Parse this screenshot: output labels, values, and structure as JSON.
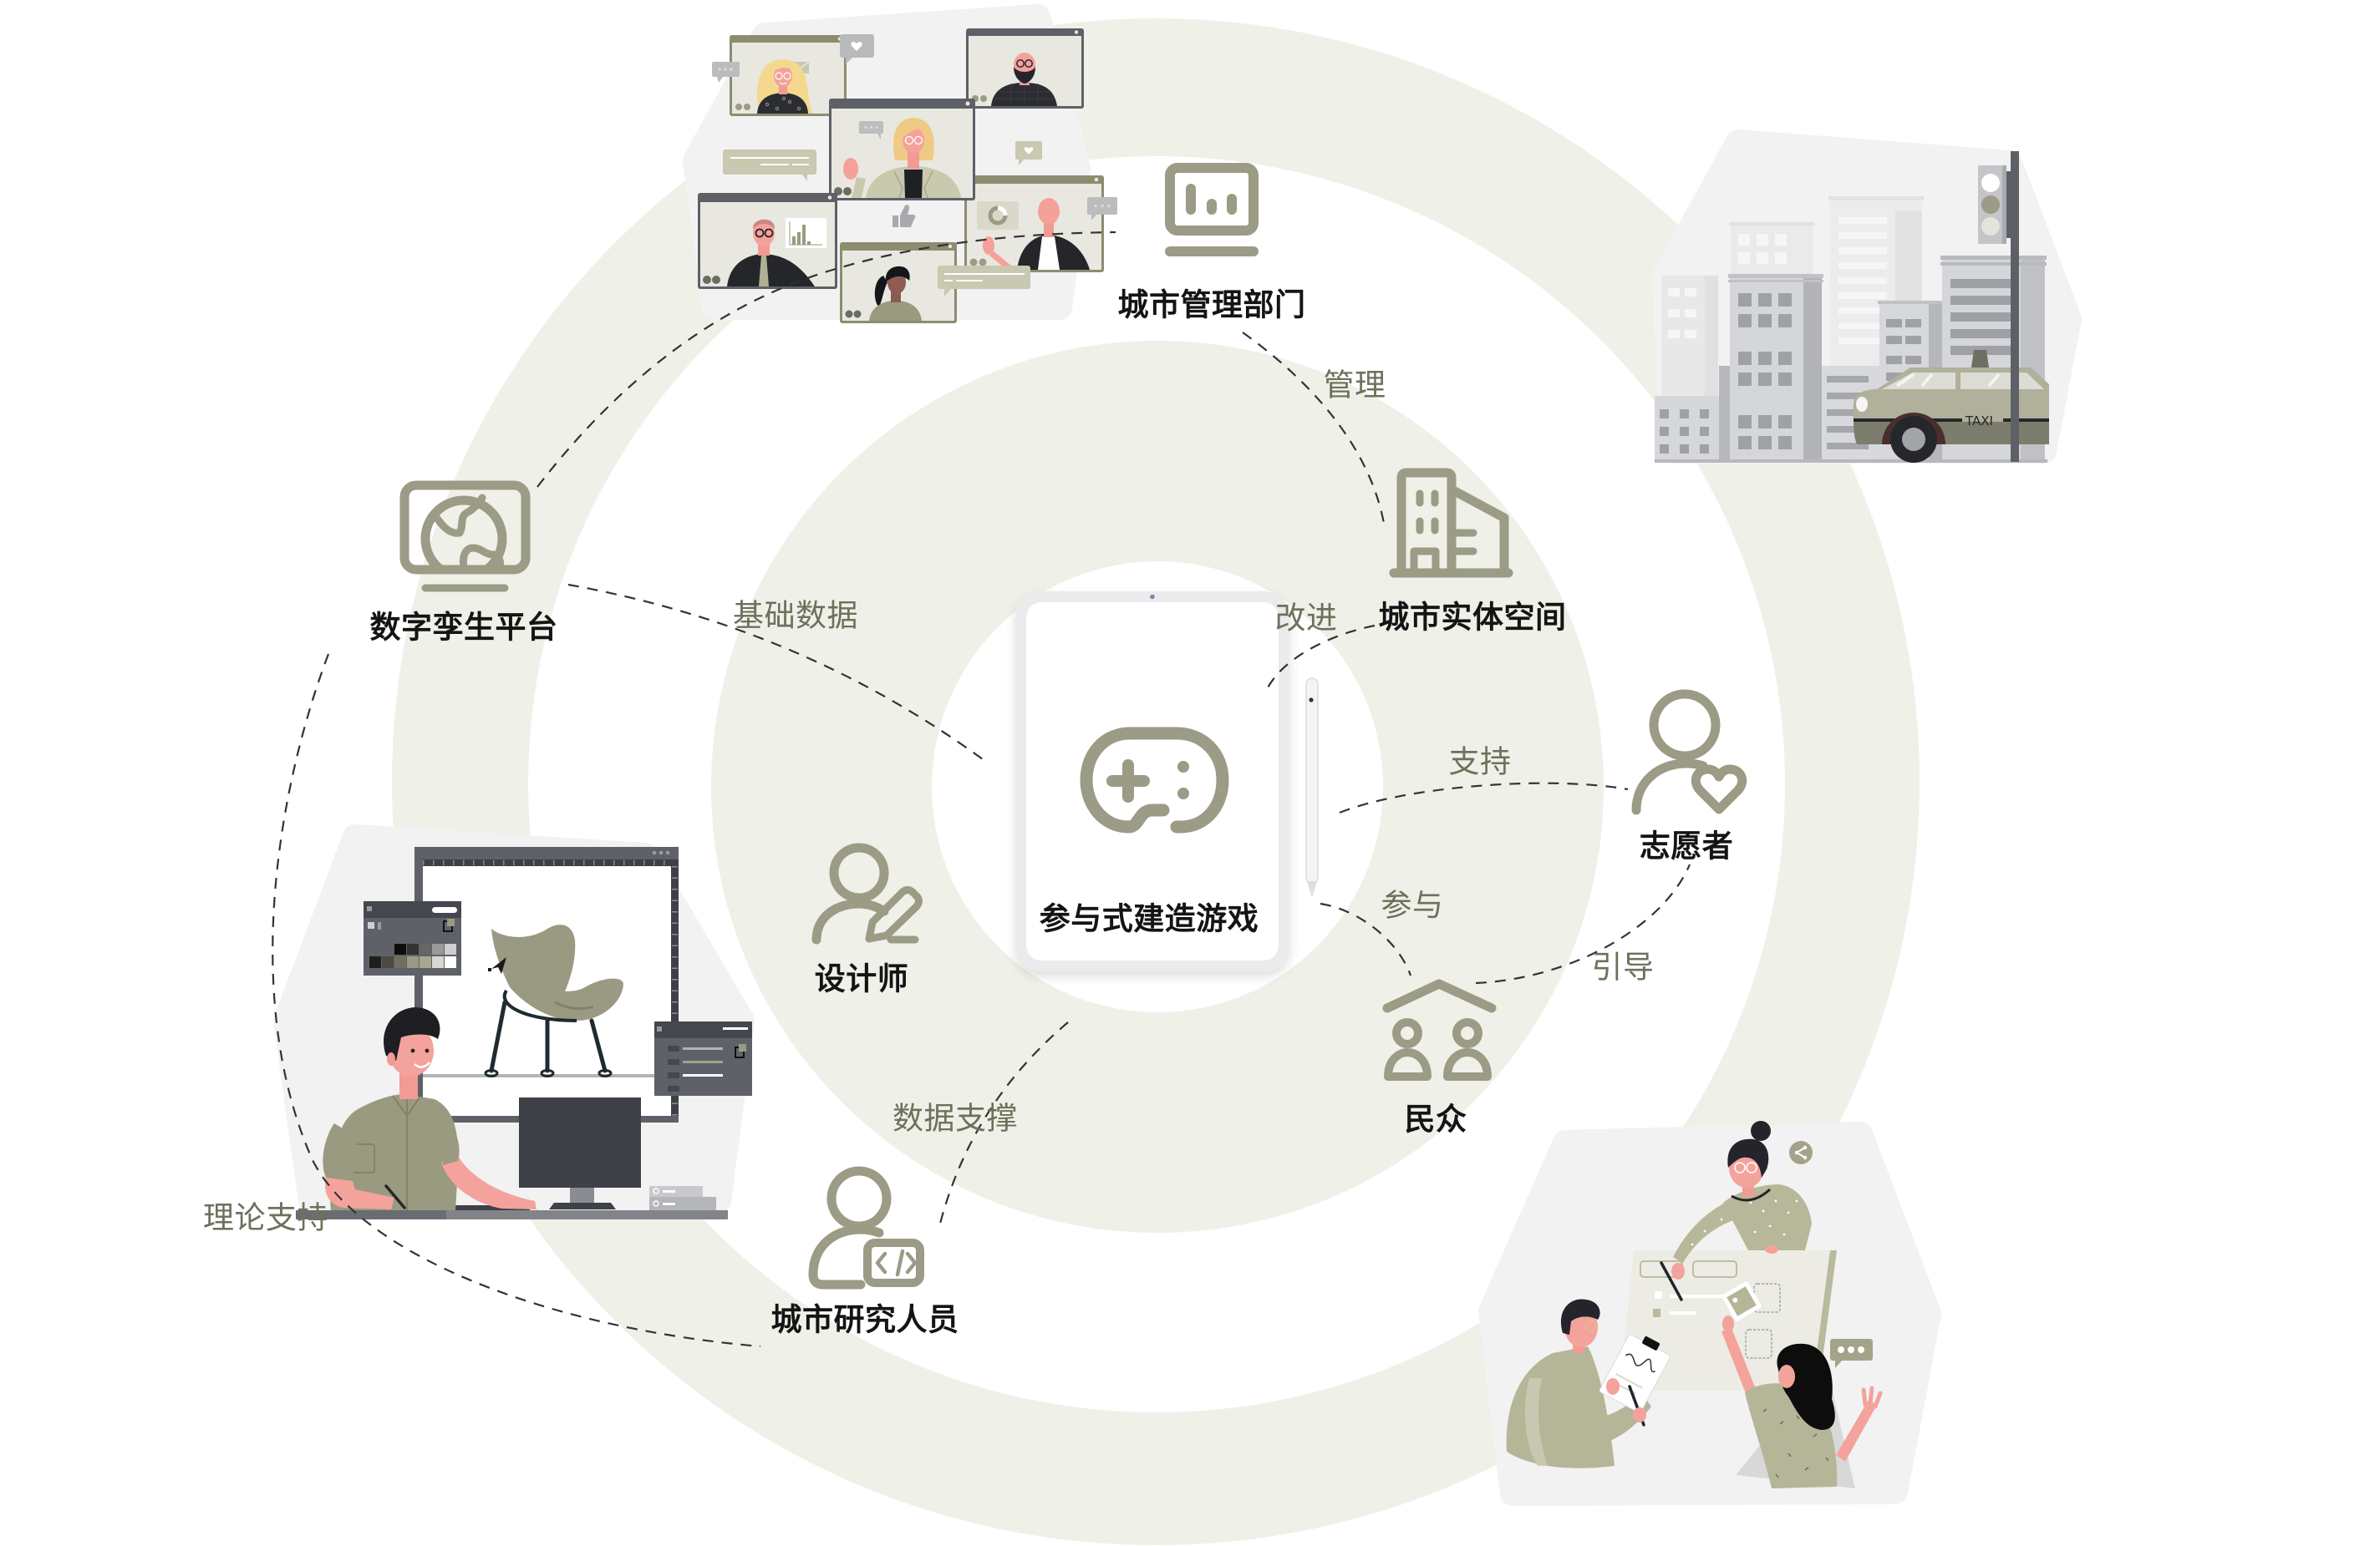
{
  "center": {
    "label": "参与式建造游戏",
    "icon": "gamepad-icon",
    "device": "tablet-with-stylus"
  },
  "nodes": {
    "city_management": {
      "label": "城市管理部门",
      "icon": "monitor-chart-icon"
    },
    "physical_space": {
      "label": "城市实体空间",
      "icon": "building-icon"
    },
    "digital_twin": {
      "label": "数字孪生平台",
      "icon": "globe-monitor-icon"
    },
    "volunteer": {
      "label": "志愿者",
      "icon": "person-heart-icon"
    },
    "public": {
      "label": "民众",
      "icon": "house-people-icon"
    },
    "designer": {
      "label": "设计师",
      "icon": "person-pencil-icon"
    },
    "researcher": {
      "label": "城市研究人员",
      "icon": "person-code-icon"
    }
  },
  "edges": {
    "manage": {
      "label": "管理",
      "between": [
        "城市管理部门",
        "城市实体空间"
      ]
    },
    "improve": {
      "label": "改进",
      "between": [
        "城市实体空间",
        "参与式建造游戏"
      ]
    },
    "base_data": {
      "label": "基础数据",
      "between": [
        "数字孪生平台",
        "参与式建造游戏"
      ]
    },
    "support": {
      "label": "支持",
      "between": [
        "志愿者",
        "参与式建造游戏"
      ]
    },
    "participate": {
      "label": "参与",
      "between": [
        "民众",
        "参与式建造游戏"
      ]
    },
    "guide": {
      "label": "引导",
      "between": [
        "志愿者",
        "民众"
      ]
    },
    "data_support": {
      "label": "数据支撑",
      "between": [
        "城市研究人员",
        "参与式建造游戏"
      ]
    },
    "theory_support": {
      "label": "理论支持",
      "between": [
        "数字孪生平台",
        "城市研究人员"
      ]
    },
    "twin_to_meeting": {
      "label": "",
      "between": [
        "数字孪生平台",
        "video-conference-illustration"
      ]
    }
  },
  "illustrations": {
    "video_conference": {
      "windows": 6
    },
    "city_street": {
      "taxi_sign": "TAXI"
    },
    "designer_workstation": {},
    "team_collaboration": {}
  },
  "colors": {
    "ring": "#eff0e8",
    "icon": "#9b9b86",
    "edge_label": "#6f705b",
    "node_label": "#141414",
    "hex_background": "#f2f2f2",
    "connector": "#333333"
  }
}
